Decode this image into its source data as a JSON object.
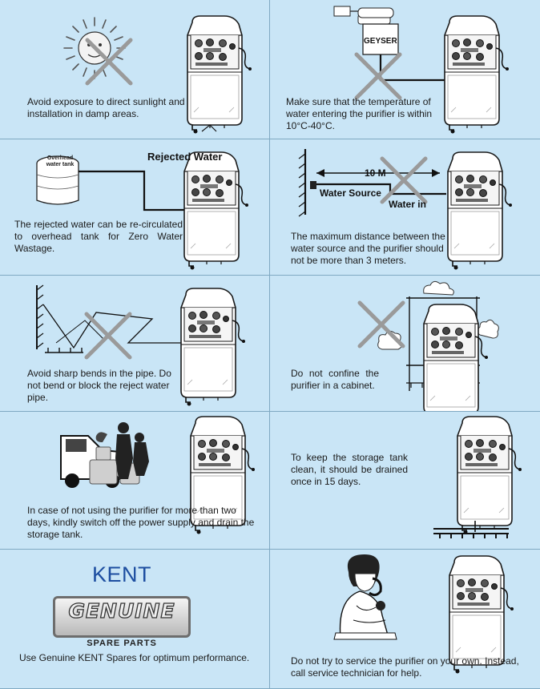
{
  "panels": [
    {
      "caption": "Avoid exposure to direct sunlight and installation in damp areas."
    },
    {
      "caption": "Make sure that the temperature of water entering the purifier is within 10°C-40°C.",
      "geyser_label": "GEYSER"
    },
    {
      "caption": "The rejected water can be re-circulated to overhead tank for Zero Water Wastage.",
      "tank_label": "Overhead water tank",
      "rejected_label": "Rejected Water"
    },
    {
      "caption": "The maximum distance between the water source and the purifier should not be more than 3 meters.",
      "distance_label": "10 M",
      "source_label": "Water Source",
      "inlet_label": "Water in"
    },
    {
      "caption": "Avoid sharp bends in the pipe. Do not bend or block the reject water pipe."
    },
    {
      "caption": "Do not confine the purifier in a cabinet."
    },
    {
      "caption": "In case of not using the purifier for more than two days, kindly switch off the power supply and drain the storage tank."
    },
    {
      "caption": "To keep the storage tank clean, it should be drained once in 15 days."
    },
    {
      "caption": "Use Genuine KENT Spares for optimum performance.",
      "brand": "KENT",
      "badge_word": "GENUINE",
      "badge_sub": "SPARE PARTS"
    },
    {
      "caption": "Do not try to service the purifier on your own. Instead, call service technician for help."
    }
  ],
  "colors": {
    "background": "#c9e5f6",
    "divider": "#7fa9c2",
    "cross": "#9a9a9a",
    "brand_blue": "#1d4ea0"
  }
}
